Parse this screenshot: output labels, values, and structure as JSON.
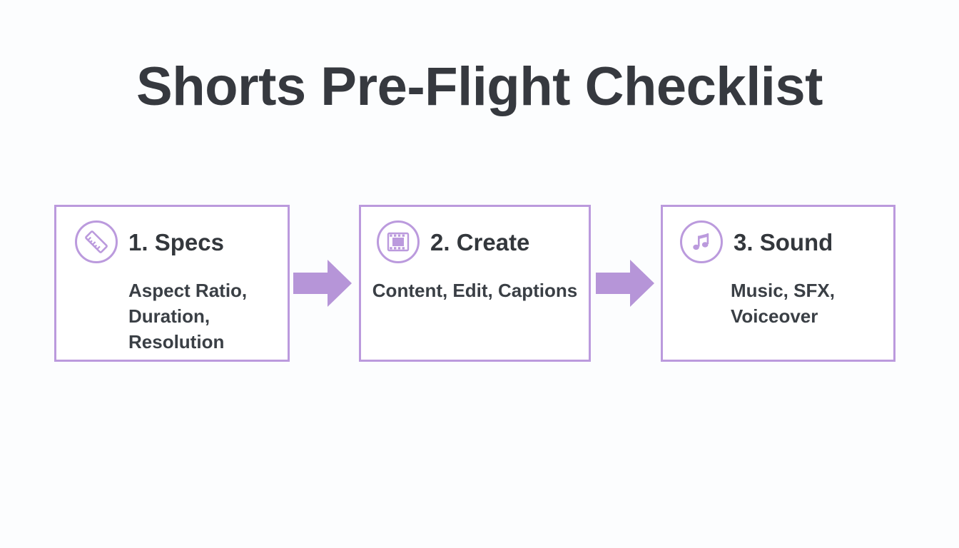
{
  "title": "Shorts Pre-Flight Checklist",
  "colors": {
    "accent": "#bb9add",
    "arrow": "#b695d8",
    "text": "#33373c",
    "body_text": "#3a3f45",
    "background": "#fcfdfe",
    "card_fill": "#ffffff"
  },
  "steps": [
    {
      "icon": "ruler-icon",
      "title": "1. Specs",
      "body": "Aspect Ratio, Duration, Resolution"
    },
    {
      "icon": "film-strip-icon",
      "title": "2. Create",
      "body": "Content, Edit, Captions"
    },
    {
      "icon": "music-note-icon",
      "title": "3. Sound",
      "body": "Music, SFX, Voiceover"
    }
  ],
  "connectors": [
    {
      "name": "arrow-right-icon"
    },
    {
      "name": "arrow-right-icon"
    }
  ]
}
